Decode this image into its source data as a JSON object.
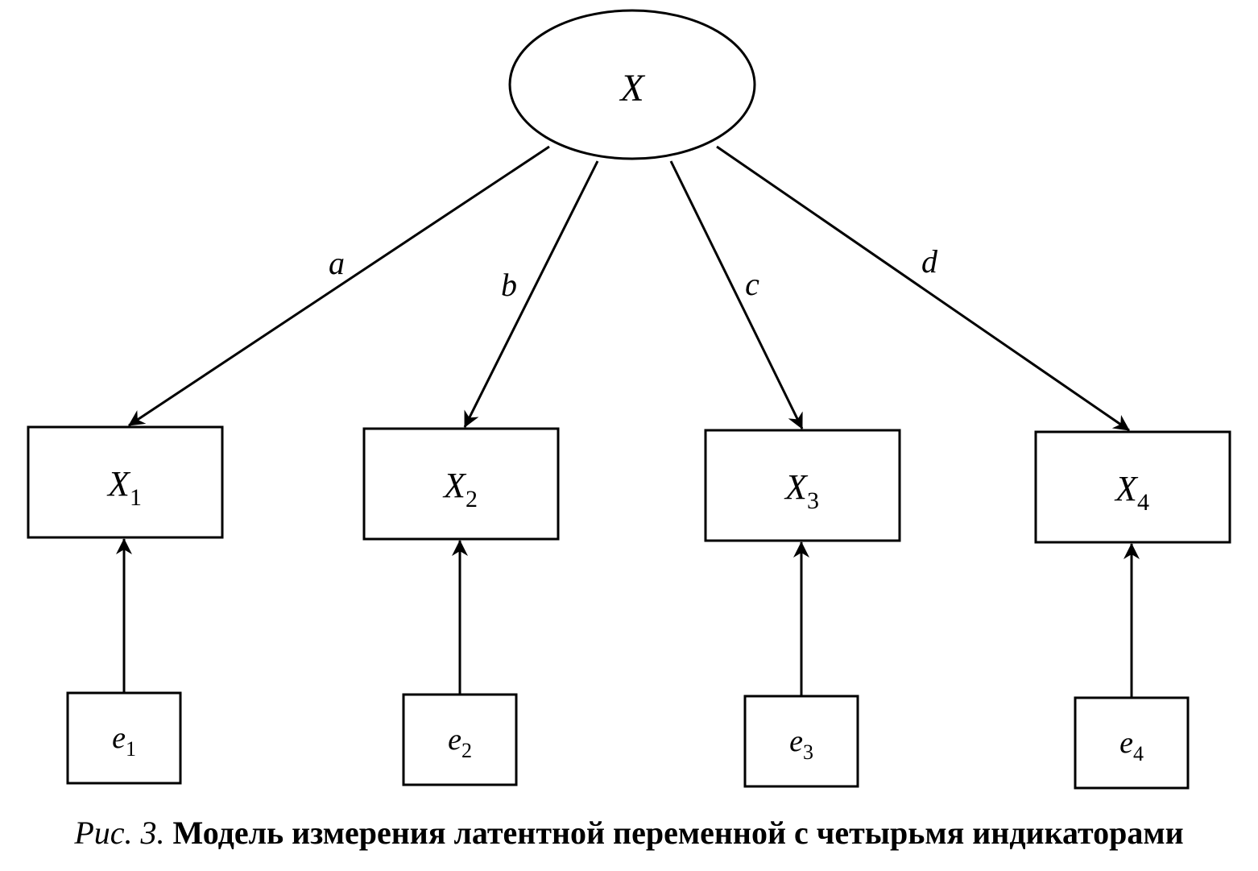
{
  "latent": {
    "name": "X"
  },
  "paths": [
    {
      "from": "X",
      "to": "X1",
      "label": "a"
    },
    {
      "from": "X",
      "to": "X2",
      "label": "b"
    },
    {
      "from": "X",
      "to": "X3",
      "label": "c"
    },
    {
      "from": "X",
      "to": "X4",
      "label": "d"
    }
  ],
  "indicators": [
    {
      "base": "X",
      "sub": "1"
    },
    {
      "base": "X",
      "sub": "2"
    },
    {
      "base": "X",
      "sub": "3"
    },
    {
      "base": "X",
      "sub": "4"
    }
  ],
  "errors": [
    {
      "base": "e",
      "sub": "1"
    },
    {
      "base": "e",
      "sub": "2"
    },
    {
      "base": "e",
      "sub": "3"
    },
    {
      "base": "e",
      "sub": "4"
    }
  ],
  "caption": {
    "prefix": "Рис. 3.",
    "text": "Модель измерения латентной переменной с четырьмя индикаторами"
  }
}
